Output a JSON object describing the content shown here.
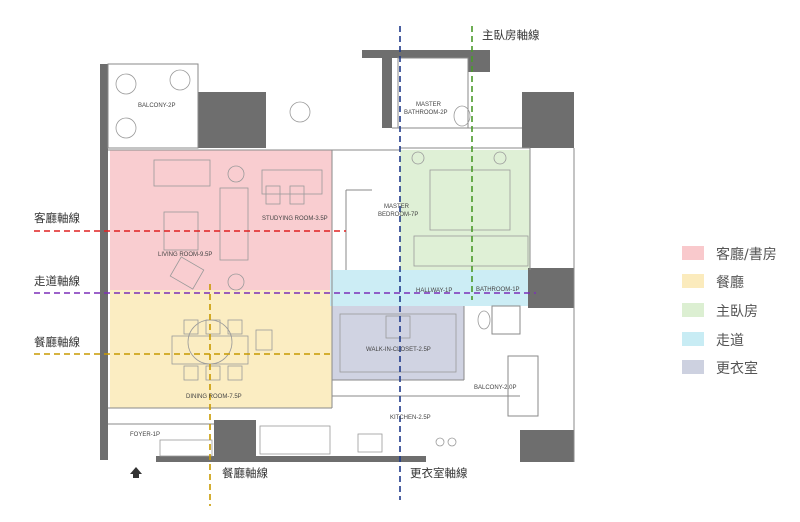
{
  "rooms": {
    "balcony_top": "BALCONY-2P",
    "master_bath_line1": "MASTER",
    "master_bath_line2": "BATHROOM-2P",
    "studying_room": "STUDYING ROOM-3.5P",
    "master_bed_line1": "MASTER",
    "master_bed_line2": "BEDROOM-7P",
    "living_room": "LIVING ROOM-9.5P",
    "hallway": "HALLWAY-1P",
    "bathroom": "BATHROOM-1P",
    "walk_in_closet": "WALK-IN-CLOSET-2.5P",
    "balcony_right": "BALCONY-2.0P",
    "dining_room": "DINING ROOM-7.5P",
    "kitchen": "KITCHEN-2.5P",
    "foyer": "FOYER-1P"
  },
  "axes": {
    "master_bedroom_axis": "主臥房軸線",
    "living_axis": "客廳軸線",
    "hallway_axis": "走道軸線",
    "dining_axis_left": "餐廳軸線",
    "dining_axis_bottom": "餐廳軸線",
    "closet_axis": "更衣室軸線"
  },
  "legend": [
    {
      "label": "客廳/書房",
      "color": "#f9c9cc"
    },
    {
      "label": "餐廳",
      "color": "#fbebbd"
    },
    {
      "label": "主臥房",
      "color": "#dcefd2"
    },
    {
      "label": "走道",
      "color": "#c8ecf4"
    },
    {
      "label": "更衣室",
      "color": "#cdd1e0"
    }
  ],
  "colors": {
    "living": "#f9c9cc",
    "dining": "#fbebbd",
    "bedroom": "#dcefd2",
    "hallway": "#c8ecf4",
    "closet": "#cdd1e0",
    "axis_red": "#e02020",
    "axis_purple": "#7b2fb8",
    "axis_gold": "#c89a00",
    "axis_blue": "#1f3a8a",
    "axis_green": "#4a9a2a",
    "wall": "#6e6e6e"
  },
  "icons": {
    "entrance": "entrance-arrow-icon"
  }
}
